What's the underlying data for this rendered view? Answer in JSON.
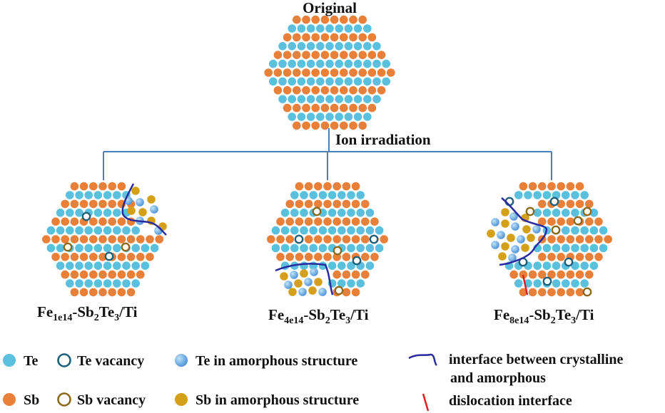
{
  "diagram": {
    "top_label": "Original",
    "process_label": "Ion irradiation",
    "panels": [
      {
        "prefix": "Fe",
        "sub1": "1e14",
        "mid": "-Sb",
        "sub2": "2",
        "mid2": "Te",
        "sub3": "3",
        "suffix": "/Ti"
      },
      {
        "prefix": "Fe",
        "sub1": "4e14",
        "mid": "-Sb",
        "sub2": "2",
        "mid2": "Te",
        "sub3": "3",
        "suffix": "/Ti"
      },
      {
        "prefix": "Fe",
        "sub1": "8e14",
        "mid": "-Sb",
        "sub2": "2",
        "mid2": "Te",
        "sub3": "3",
        "suffix": "/Ti"
      }
    ],
    "colors": {
      "te": "#5bc0de",
      "sb": "#e8803a",
      "te_amorphous": "#4a90d9",
      "sb_amorphous": "#d4a017",
      "te_vacancy": "#1f5f7a",
      "sb_vacancy": "#8a6a1a",
      "interface": "#2a2aa0",
      "dislocation": "#e02020",
      "connector": "#4a7fc0"
    }
  },
  "legend": {
    "te": "Te",
    "te_vacancy": "Te vacancy",
    "te_amorphous": "Te in amorphous structure",
    "interface_line1": "interface between crystalline",
    "interface_line2": "and amorphous",
    "sb": "Sb",
    "sb_vacancy": "Sb vacancy",
    "sb_amorphous": "Sb in amorphous structure",
    "dislocation": "dislocation interface"
  }
}
